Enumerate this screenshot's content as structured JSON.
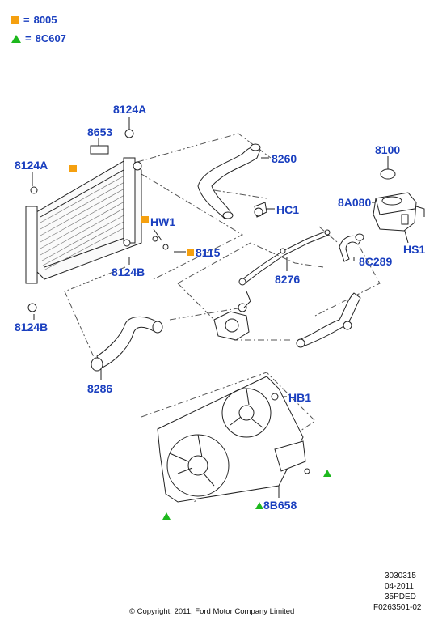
{
  "legend": [
    {
      "marker": "square",
      "color": "#f5a00f",
      "code": "8005"
    },
    {
      "marker": "triangle",
      "color": "#1db81d",
      "code": "8C607"
    }
  ],
  "callouts": {
    "c8124a_top": "8124A",
    "c8653": "8653",
    "c8124a_left": "8124A",
    "c8260": "8260",
    "c8100": "8100",
    "c8a080": "8A080",
    "chc1": "HC1",
    "chw1": "HW1",
    "chs1": "HS1",
    "c8115": "8115",
    "c8c289": "8C289",
    "c8124b_mid": "8124B",
    "c8276": "8276",
    "c8124b_low": "8124B",
    "c8286": "8286",
    "chb1": "HB1",
    "c8b658": "8B658"
  },
  "meta": {
    "line1": "3030315",
    "line2": "04-2011",
    "line3": "35PDED",
    "line4": "F0263501-02"
  },
  "copyright": "© Copyright, 2011, Ford Motor Company Limited",
  "colors": {
    "label": "#1a3fbf",
    "square_marker": "#f5a00f",
    "triangle_marker": "#1db81d"
  }
}
